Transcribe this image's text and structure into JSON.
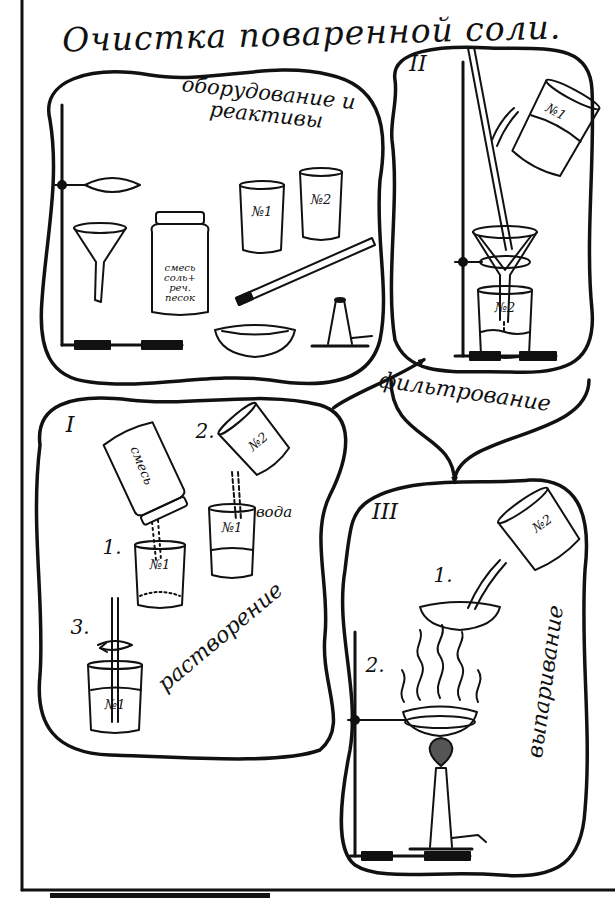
{
  "diagram": {
    "title": "Очистка поваренной соли.",
    "nodes": [
      {
        "text": [
          "оборудование и реактивы"
        ]
      },
      {
        "text": [
          "II",
          "фильтрование"
        ]
      },
      {
        "text": [
          "I",
          "растворение"
        ]
      },
      {
        "text": [
          "III",
          "выпаривание"
        ]
      }
    ],
    "edges": [
      {
        "from": 2,
        "to": 1,
        "arrow": "to"
      },
      {
        "from": 1,
        "to": 3,
        "arrow": "to"
      }
    ],
    "labels": [
      "смесь соль+ реч. песок",
      "№1",
      "№2",
      "№1",
      "№2",
      "1.",
      "смесь",
      "№1",
      "2.",
      "№2",
      "вода",
      "№1",
      "3.",
      "№1",
      "1.",
      "№2",
      "2."
    ]
  }
}
